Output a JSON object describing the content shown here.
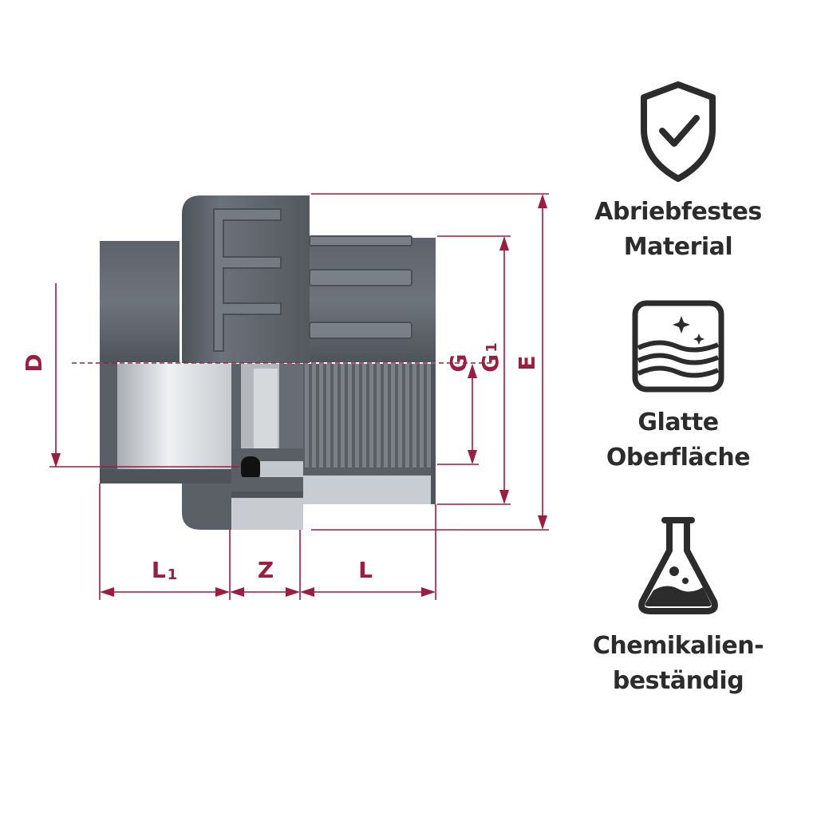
{
  "dimensions": {
    "d": "D",
    "g": "G",
    "g1_main": "G",
    "g1_sub": "1",
    "e": "E",
    "l1_main": "L",
    "l1_sub": "1",
    "z": "Z",
    "l": "L"
  },
  "features": [
    {
      "icon": "shield-check-icon",
      "line1": "Abriebfestes",
      "line2": "Material"
    },
    {
      "icon": "smooth-surface-icon",
      "line1": "Glatte",
      "line2": "Oberfläche"
    },
    {
      "icon": "chemical-flask-icon",
      "line1": "Chemikalien-",
      "line2": "beständig"
    }
  ],
  "colors": {
    "dimension": "#9b1d3f",
    "body_dark": "#565b63",
    "body_mid": "#6d737b",
    "body_light": "#8a9097",
    "text": "#2c2c2c"
  }
}
